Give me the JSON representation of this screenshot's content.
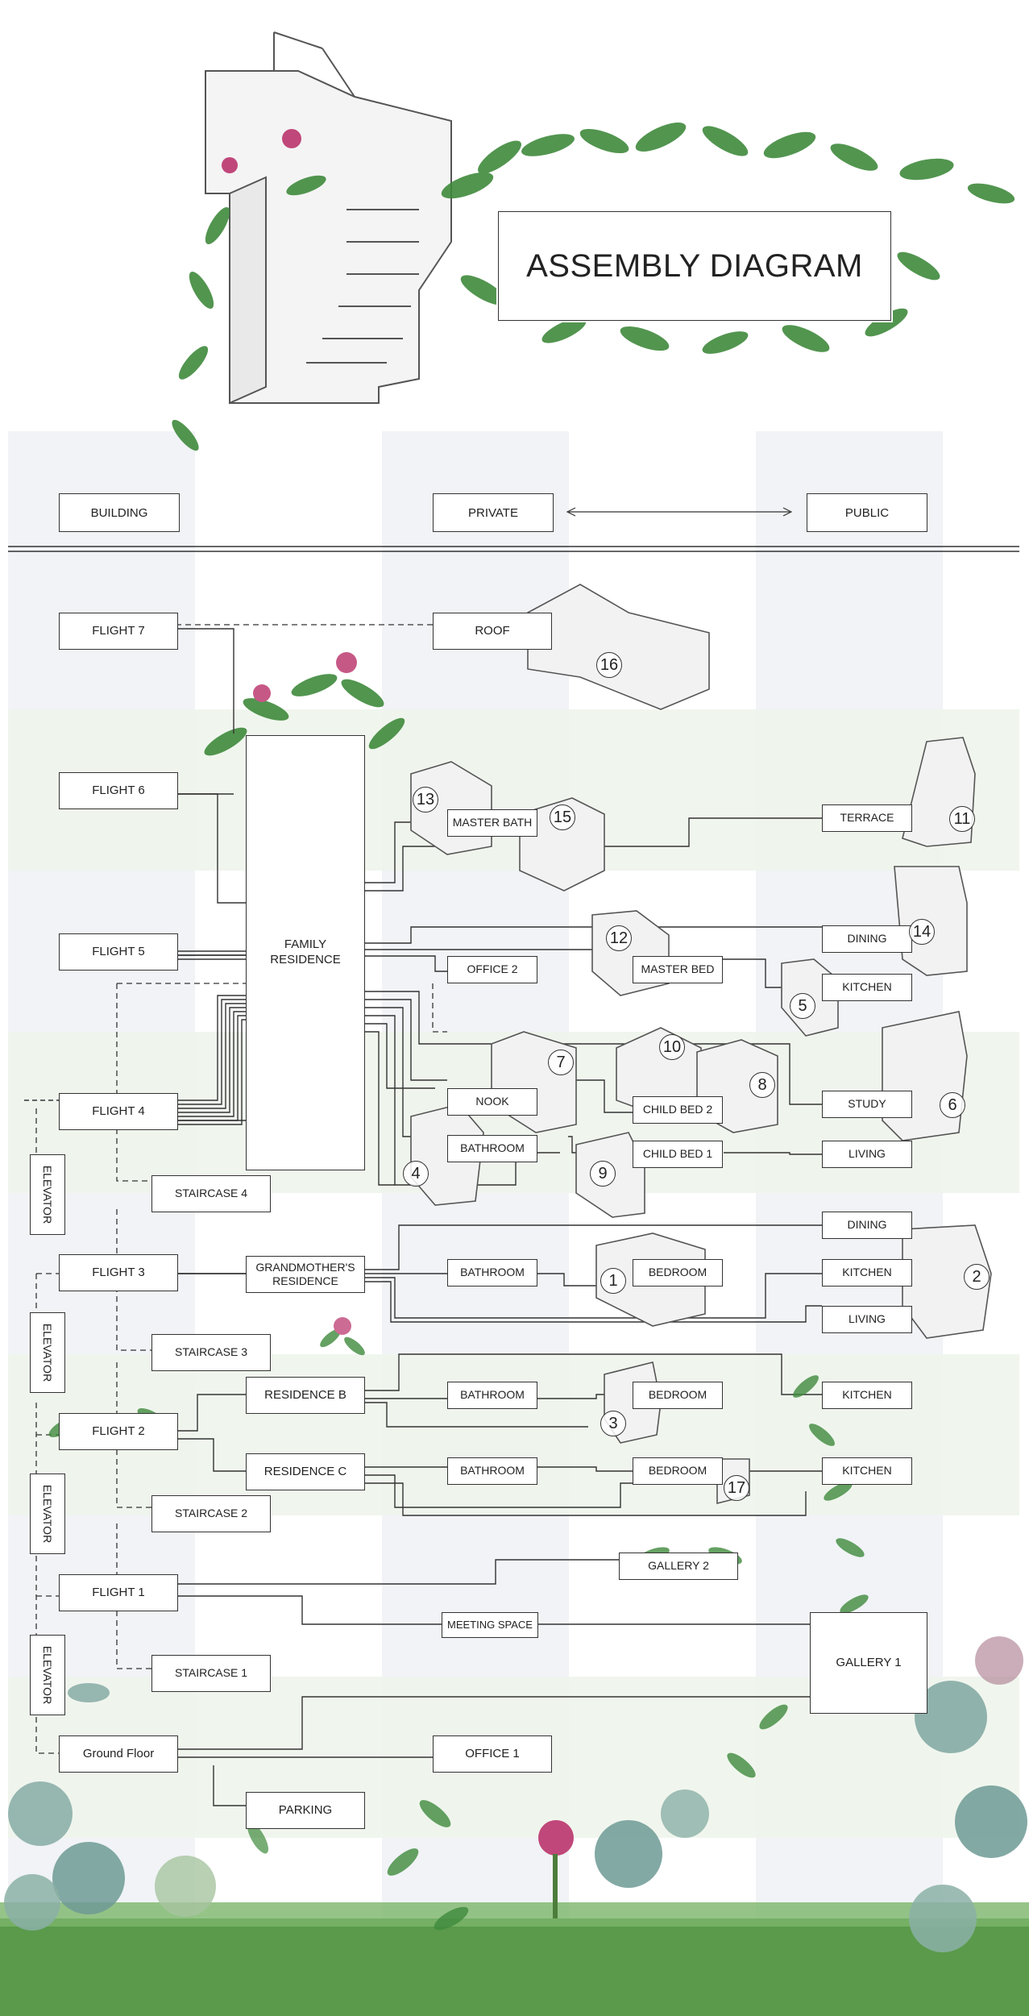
{
  "title": "ASSEMBLY DIAGRAM",
  "headers": {
    "building": "BUILDING",
    "private": "PRIVATE",
    "public": "PUBLIC"
  },
  "building": {
    "flight7": "FLIGHT 7",
    "flight6": "FLIGHT 6",
    "flight5": "FLIGHT 5",
    "flight4": "FLIGHT 4",
    "flight3": "FLIGHT 3",
    "flight2": "FLIGHT 2",
    "flight1": "FLIGHT 1",
    "ground": "Ground Floor",
    "staircase4": "STAIRCASE 4",
    "staircase3": "STAIRCASE 3",
    "staircase2": "STAIRCASE 2",
    "staircase1": "STAIRCASE 1",
    "elevator": "ELEVATOR"
  },
  "residences": {
    "family": "FAMILY\nRESIDENCE",
    "grandmother": "GRANDMOTHER'S\nRESIDENCE",
    "residence_b": "RESIDENCE B",
    "residence_c": "RESIDENCE C"
  },
  "rooms": {
    "roof": "ROOF",
    "master_bath": "MASTER BATH",
    "office2": "OFFICE 2",
    "master_bed": "MASTER BED",
    "nook": "NOOK",
    "child_bed2": "CHILD BED 2",
    "bathroom": "BATHROOM",
    "child_bed1": "CHILD BED 1",
    "bedroom": "BEDROOM",
    "meeting_space": "MEETING SPACE",
    "office1": "OFFICE 1",
    "parking": "PARKING",
    "gallery2": "GALLERY 2",
    "gallery1": "GALLERY 1"
  },
  "public_rooms": {
    "terrace": "TERRACE",
    "dining": "DINING",
    "kitchen": "KITCHEN",
    "study": "STUDY",
    "living": "LIVING"
  },
  "numbers": [
    "1",
    "2",
    "3",
    "4",
    "5",
    "6",
    "7",
    "8",
    "9",
    "10",
    "11",
    "12",
    "13",
    "14",
    "15",
    "16",
    "17"
  ],
  "colors": {
    "band": "#eef4ec",
    "column": "#f1f3f6",
    "line": "#333333",
    "leaf": "#3f8a3c",
    "grass": "#5a9a4a",
    "flower": "#c0477a"
  }
}
